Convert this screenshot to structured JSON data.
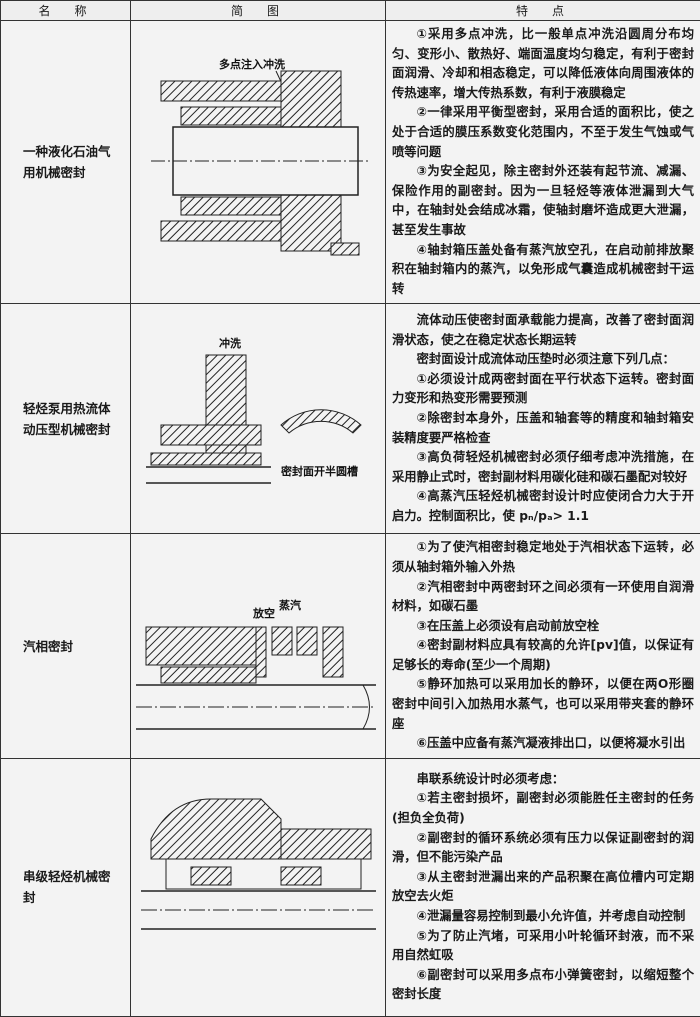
{
  "headers": {
    "name": "名　称",
    "diagram": "简　图",
    "features": "特　点"
  },
  "rows": [
    {
      "name": "一种液化石油气用机械密封",
      "labels": [
        "多点注入冲洗"
      ],
      "features": [
        "①采用多点冲洗，比一般单点冲洗沿圆周分布均匀、变形小、散热好、端面温度均匀稳定，有利于密封面润滑、冷却和相态稳定，可以降低液体向周围液体的传热速率，增大传热系数，有利于液膜稳定",
        "②一律采用平衡型密封，采用合适的面积比，使之处于合适的膜压系数变化范围内，不至于发生气蚀或气喷等问题",
        "③为安全起见，除主密封外还装有起节流、减漏、保险作用的副密封。因为一旦轻烃等液体泄漏到大气中，在轴封处会结成冰霜，使轴封磨坏造成更大泄漏，甚至发生事故",
        "④轴封箱压盖处备有蒸汽放空孔，在启动前排放聚积在轴封箱内的蒸汽，以免形成气囊造成机械密封干运转"
      ]
    },
    {
      "name": "轻烃泵用热流体动压型机械密封",
      "labels": [
        "冲洗",
        "密封面开半圆槽"
      ],
      "features": [
        "流体动压使密封面承载能力提高，改善了密封面润滑状态，使之在稳定状态长期运转",
        "密封面设计成流体动压垫时必须注意下列几点：",
        "①必须设计成两密封面在平行状态下运转。密封面力变形和热变形需要预测",
        "②除密封本身外，压盖和轴套等的精度和轴封箱安装精度要严格检查",
        "③高负荷轻烃机械密封必须仔细考虑冲洗措施，在采用静止式时，密封副材料用碳化硅和碳石墨配对较好",
        "④高蒸汽压轻烃机械密封设计时应使闭合力大于开启力。控制面积比，使 pₙ/pₐ> 1.1"
      ]
    },
    {
      "name": "汽相密封",
      "labels": [
        "放空",
        "蒸汽"
      ],
      "features": [
        "①为了使汽相密封稳定地处于汽相状态下运转，必须从轴封箱外输入外热",
        "②汽相密封中两密封环之间必须有一环使用自润滑材料，如碳石墨",
        "③在压盖上必须设有启动前放空栓",
        "④密封副材料应具有较高的允许[pv]值，以保证有足够长的寿命(至少一个周期)",
        "⑤静环加热可以采用加长的静环，以便在两O形圈密封中间引入加热用水蒸气，也可以采用带夹套的静环座",
        "⑥压盖中应备有蒸汽凝液排出口，以便将凝水引出"
      ]
    },
    {
      "name": "串级轻烃机械密封",
      "labels": [],
      "features": [
        "串联系统设计时必须考虑：",
        "①若主密封损坏，副密封必须能胜任主密封的任务(担负全负荷)",
        "②副密封的循环系统必须有压力以保证副密封的润滑，但不能污染产品",
        "③从主密封泄漏出来的产品积聚在高位槽内可定期放空去火炬",
        "④泄漏量容易控制到最小允许值，并考虑自动控制",
        "⑤为了防止汽堵，可采用小叶轮循环封液，而不采用自然虹吸",
        "⑥副密封可以采用多点布小弹簧密封，以缩短整个密封长度"
      ]
    }
  ]
}
